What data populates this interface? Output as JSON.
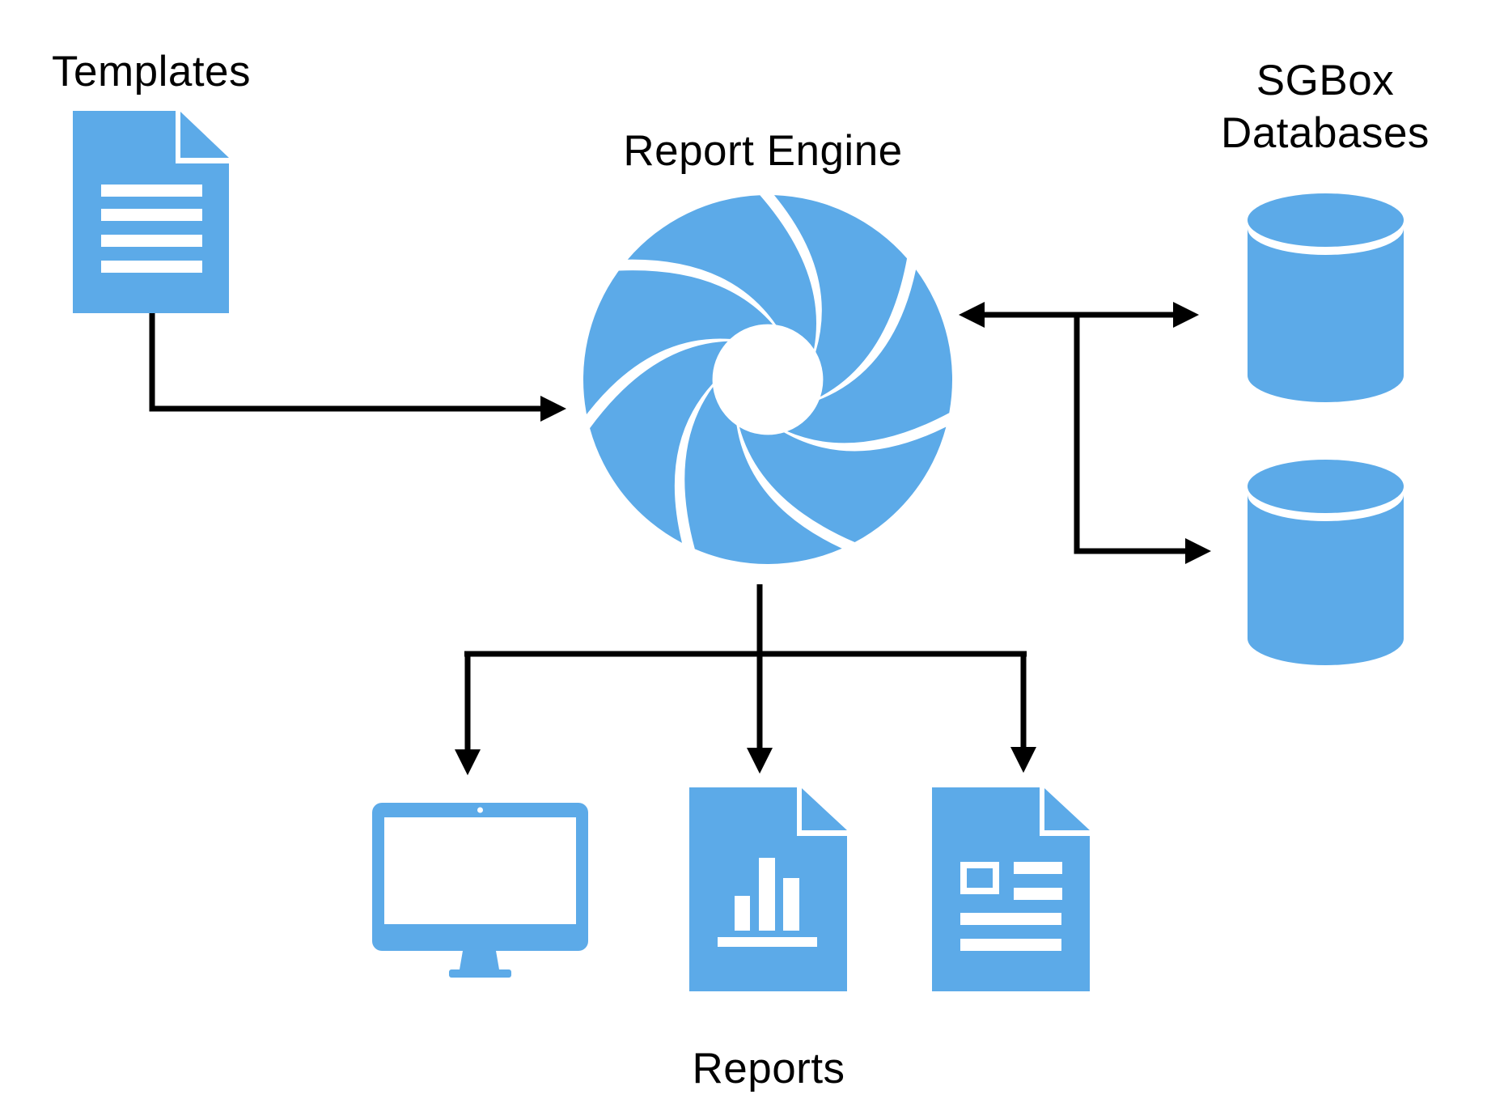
{
  "colors": {
    "accent": "#5CAAE8",
    "ink": "#000000",
    "background": "#FFFFFF"
  },
  "nodes": {
    "templates": {
      "label": "Templates",
      "icon": "document-icon"
    },
    "report_engine": {
      "label": "Report Engine",
      "icon": "aperture-icon"
    },
    "sgbox_databases": {
      "label_line1": "SGBox",
      "label_line2": "Databases",
      "icon": "database-cylinder-icon",
      "count": 2
    },
    "reports": {
      "label": "Reports",
      "icons": [
        "monitor-icon",
        "bar-chart-document-icon",
        "text-document-icon"
      ]
    }
  },
  "edges": [
    {
      "from": "templates",
      "to": "report_engine",
      "direction": "one-way"
    },
    {
      "from": "report_engine",
      "to": "sgbox-database-1",
      "direction": "two-way"
    },
    {
      "from": "report_engine",
      "to": "sgbox-database-2",
      "direction": "one-way"
    },
    {
      "from": "report_engine",
      "to": "reports-outputs",
      "direction": "one-way",
      "branches": 3
    }
  ]
}
